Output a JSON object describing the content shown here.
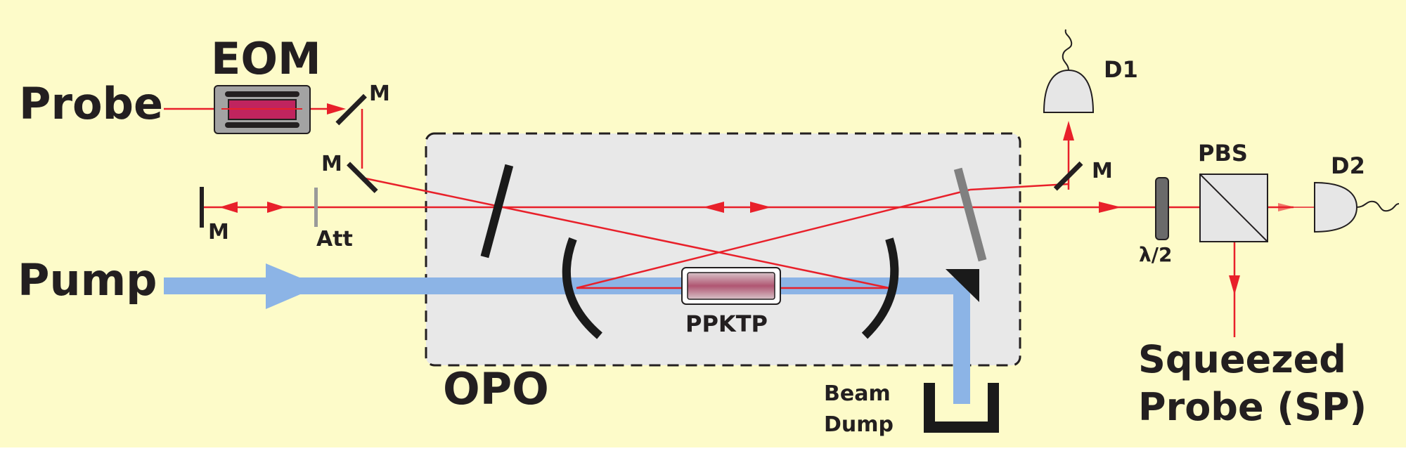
{
  "labels": {
    "eom": "EOM",
    "probe": "Probe",
    "pump": "Pump",
    "opo": "OPO",
    "ppktp": "PPKTP",
    "att": "Att",
    "mirror": "M",
    "d1": "D1",
    "d2": "D2",
    "pbs": "PBS",
    "half_wave": "λ/2",
    "beam_dump_line1": "Beam",
    "beam_dump_line2": "Dump",
    "squeezed_line1": "Squeezed",
    "squeezed_line2": "Probe (SP)"
  },
  "colors": {
    "background": "#fdfbc9",
    "laser_red": "#e8202a",
    "pump_blue": "#8cb4e6",
    "opo_box_fill": "#e8e8e8",
    "optic_dark": "#1a1a1a",
    "optic_gray": "#808080",
    "detector_fill": "#e6e6e6",
    "crystal": "#b84b6e",
    "eom_crystal": "#c0245e"
  }
}
